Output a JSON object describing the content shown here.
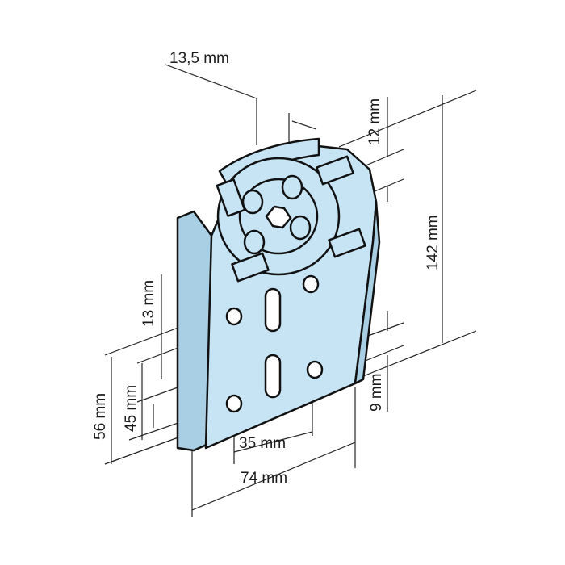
{
  "title": "Bracket dimensions",
  "colors": {
    "part": "#c6e4f4",
    "line": "#222222"
  },
  "dimensions": {
    "offset_top": "13,5 mm",
    "top_gap": "12 mm",
    "height": "142 mm",
    "slot_spacing": "13 mm",
    "hole_height_outer": "56 mm",
    "hole_height_inner": "45 mm",
    "hole_width": "35 mm",
    "width": "74 mm",
    "bottom_gap": "9 mm"
  }
}
